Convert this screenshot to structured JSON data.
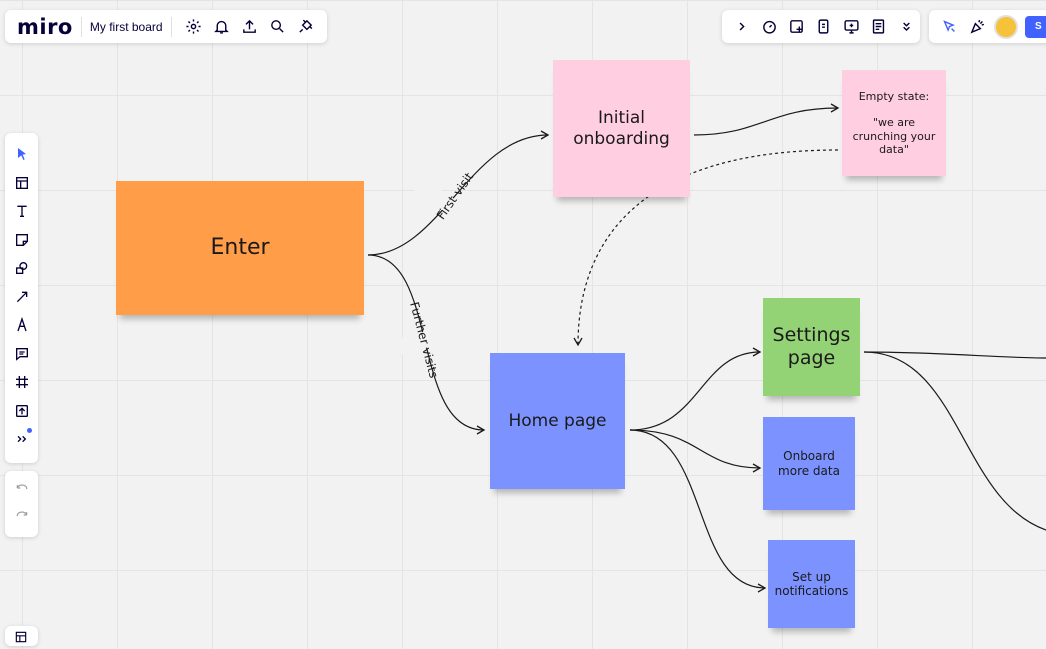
{
  "app": {
    "logo": "miro",
    "board_name": "My first board"
  },
  "top_left_icons": [
    "settings-gear-icon",
    "bell-icon",
    "upload-icon",
    "search-icon",
    "plug-icon"
  ],
  "top_right_icons": [
    "chevron-right-icon",
    "timer-icon",
    "add-frame-icon",
    "card-icon",
    "screen-share-icon",
    "notes-icon",
    "more-down-icon"
  ],
  "collab": {
    "share_label": "S",
    "avatar_initial": ""
  },
  "left_tools": [
    "cursor-icon",
    "templates-icon",
    "text-icon",
    "sticky-note-icon",
    "shapes-icon",
    "arrow-pen-icon",
    "pen-icon",
    "comment-icon",
    "frame-icon",
    "upload-board-icon",
    "more-tools-icon"
  ],
  "stickies": {
    "enter": {
      "text": "Enter",
      "color": "#ff9d48"
    },
    "initial": {
      "text": "Initial\nonboarding",
      "color": "#ffcee0"
    },
    "empty": {
      "text": "Empty state:\n\n\"we are\ncrunching your\ndata\"",
      "color": "#ffcee0"
    },
    "home": {
      "text": "Home page",
      "color": "#7b92ff"
    },
    "settings": {
      "text": "Settings\npage",
      "color": "#93d275"
    },
    "onboard": {
      "text": "Onboard\nmore data",
      "color": "#7b92ff"
    },
    "notifications": {
      "text": "Set up\nnotifications",
      "color": "#7b92ff"
    }
  },
  "connector_labels": {
    "first_visit": "First visit",
    "further_visits": "Further visits"
  }
}
